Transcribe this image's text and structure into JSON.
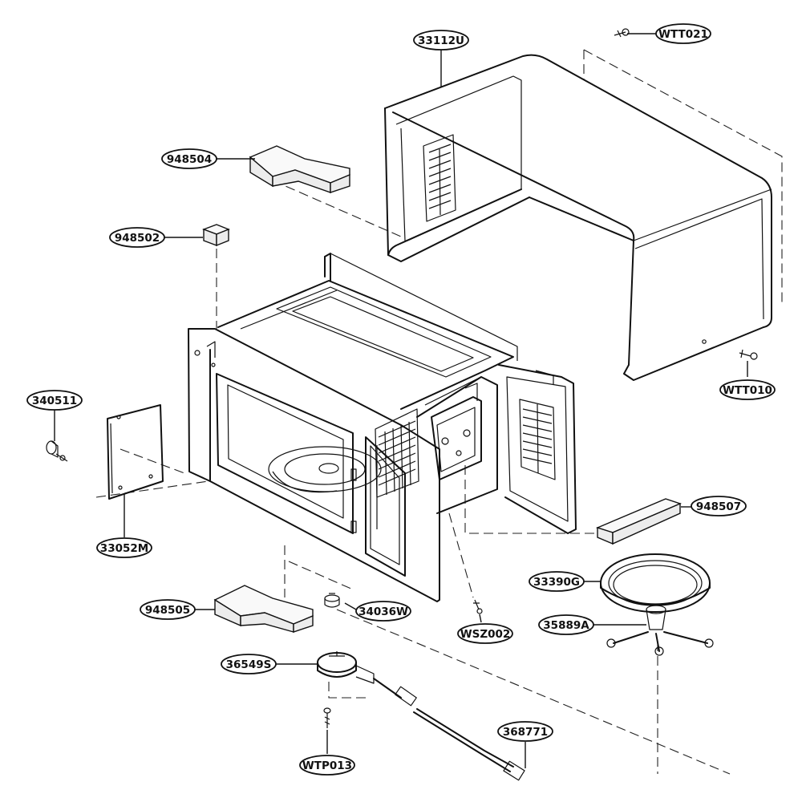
{
  "diagram": {
    "labels": {
      "p33112U": "33112U",
      "pWTT021": "WTT021",
      "p948504": "948504",
      "p948502": "948502",
      "p340511": "340511",
      "p33052M": "33052M",
      "pWTT010": "WTT010",
      "p948507": "948507",
      "p33390G": "33390G",
      "p35889A": "35889A",
      "p948505": "948505",
      "p34036W": "34036W",
      "pWSZ002": "WSZ002",
      "p36549S": "36549S",
      "p368771": "368771",
      "pWTP013": "WTP013"
    }
  }
}
